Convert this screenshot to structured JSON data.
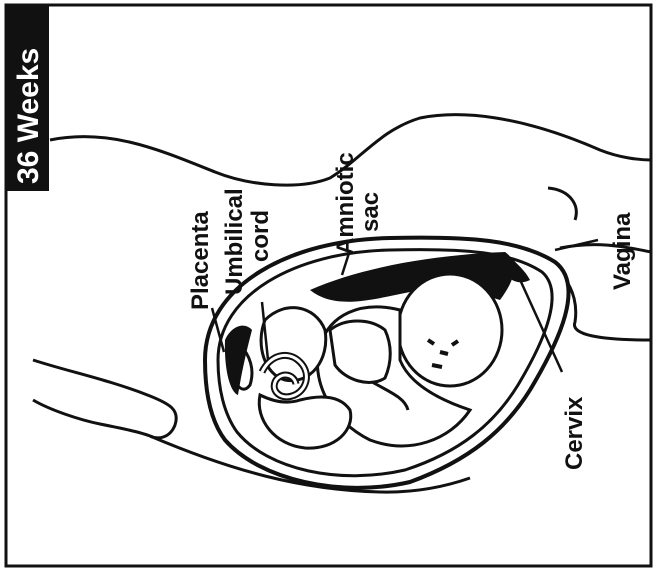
{
  "title": "36 Weeks",
  "labels": {
    "placenta": "Placenta",
    "umbilical_cord_line1": "Umbilical",
    "umbilical_cord_line2": "cord",
    "amniotic_sac_line1": "Amniotic",
    "amniotic_sac_line2": "sac",
    "vagina": "Vagina",
    "cervix": "Cervix"
  },
  "colors": {
    "ink": "#111111",
    "paper": "#ffffff"
  }
}
